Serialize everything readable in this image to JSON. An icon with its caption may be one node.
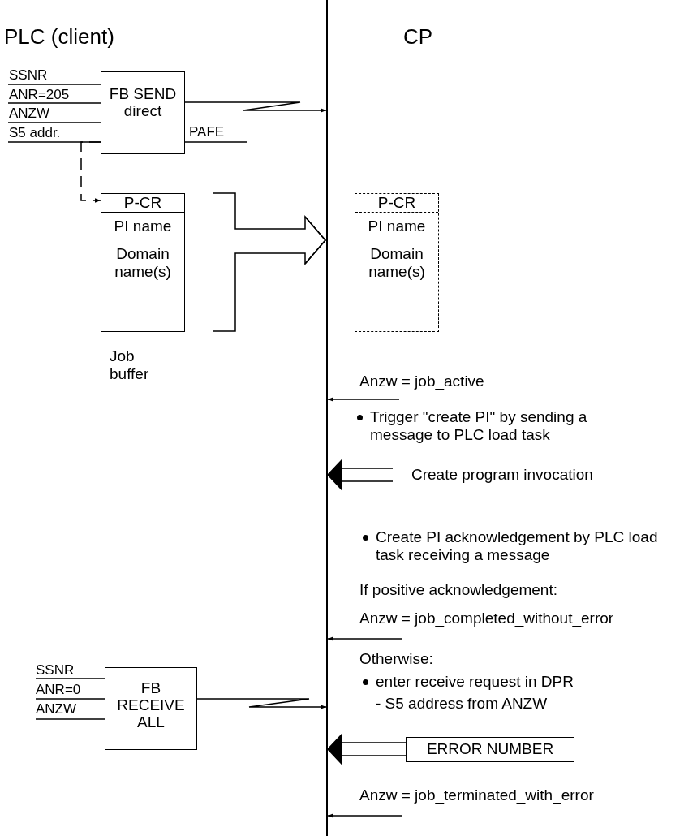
{
  "diagram": {
    "nodes": [
      {
        "text": [
          "FB SEND direct"
        ]
      },
      {
        "text": [
          "P-CR",
          "PI name",
          "Domain name(s)"
        ],
        "beside": [
          "Job buffer"
        ]
      },
      {
        "text": [
          "P-CR",
          "PI name",
          "Domain name(s)"
        ]
      },
      {
        "text": [
          "FB RECEIVE ALL"
        ]
      },
      {
        "text": [
          "ERROR NUMBER"
        ]
      },
      {
        "text": [],
        "shape": "bar"
      }
    ],
    "edges": [
      {
        "from": 0,
        "to": 5,
        "arrow": "to"
      },
      {
        "from": 0,
        "to": 1,
        "arrow": "to",
        "style": "dashed"
      },
      {
        "from": 1,
        "to": 5,
        "arrow": "to"
      },
      {
        "from": null,
        "to": 5,
        "arrow": "to",
        "label": "Anzw = job_active"
      },
      {
        "from": null,
        "to": 5,
        "arrow": "to",
        "label": "Create program invocation"
      },
      {
        "from": null,
        "to": 5,
        "arrow": "to",
        "label": "Anzw = job_completed_without_error"
      },
      {
        "from": 3,
        "to": 5,
        "arrow": "to"
      },
      {
        "from": 4,
        "to": 5,
        "arrow": "to"
      },
      {
        "from": null,
        "to": 5,
        "arrow": "to",
        "label": "Anzw = job_terminated_with_error"
      }
    ],
    "labels": [
      "PLC (client)",
      "CP",
      "SSNR",
      "ANR=205",
      "ANZW",
      "S5 addr.",
      "PAFE",
      "Trigger \"create PI\" by sending a message to PLC load task",
      "Create PI acknowledgement by PLC load task receiving a message",
      "If positive acknowledgement:",
      "Otherwise:",
      "enter receive request in DPR",
      "- S5 address from ANZW",
      "SSNR",
      "ANR=0",
      "ANZW"
    ]
  }
}
